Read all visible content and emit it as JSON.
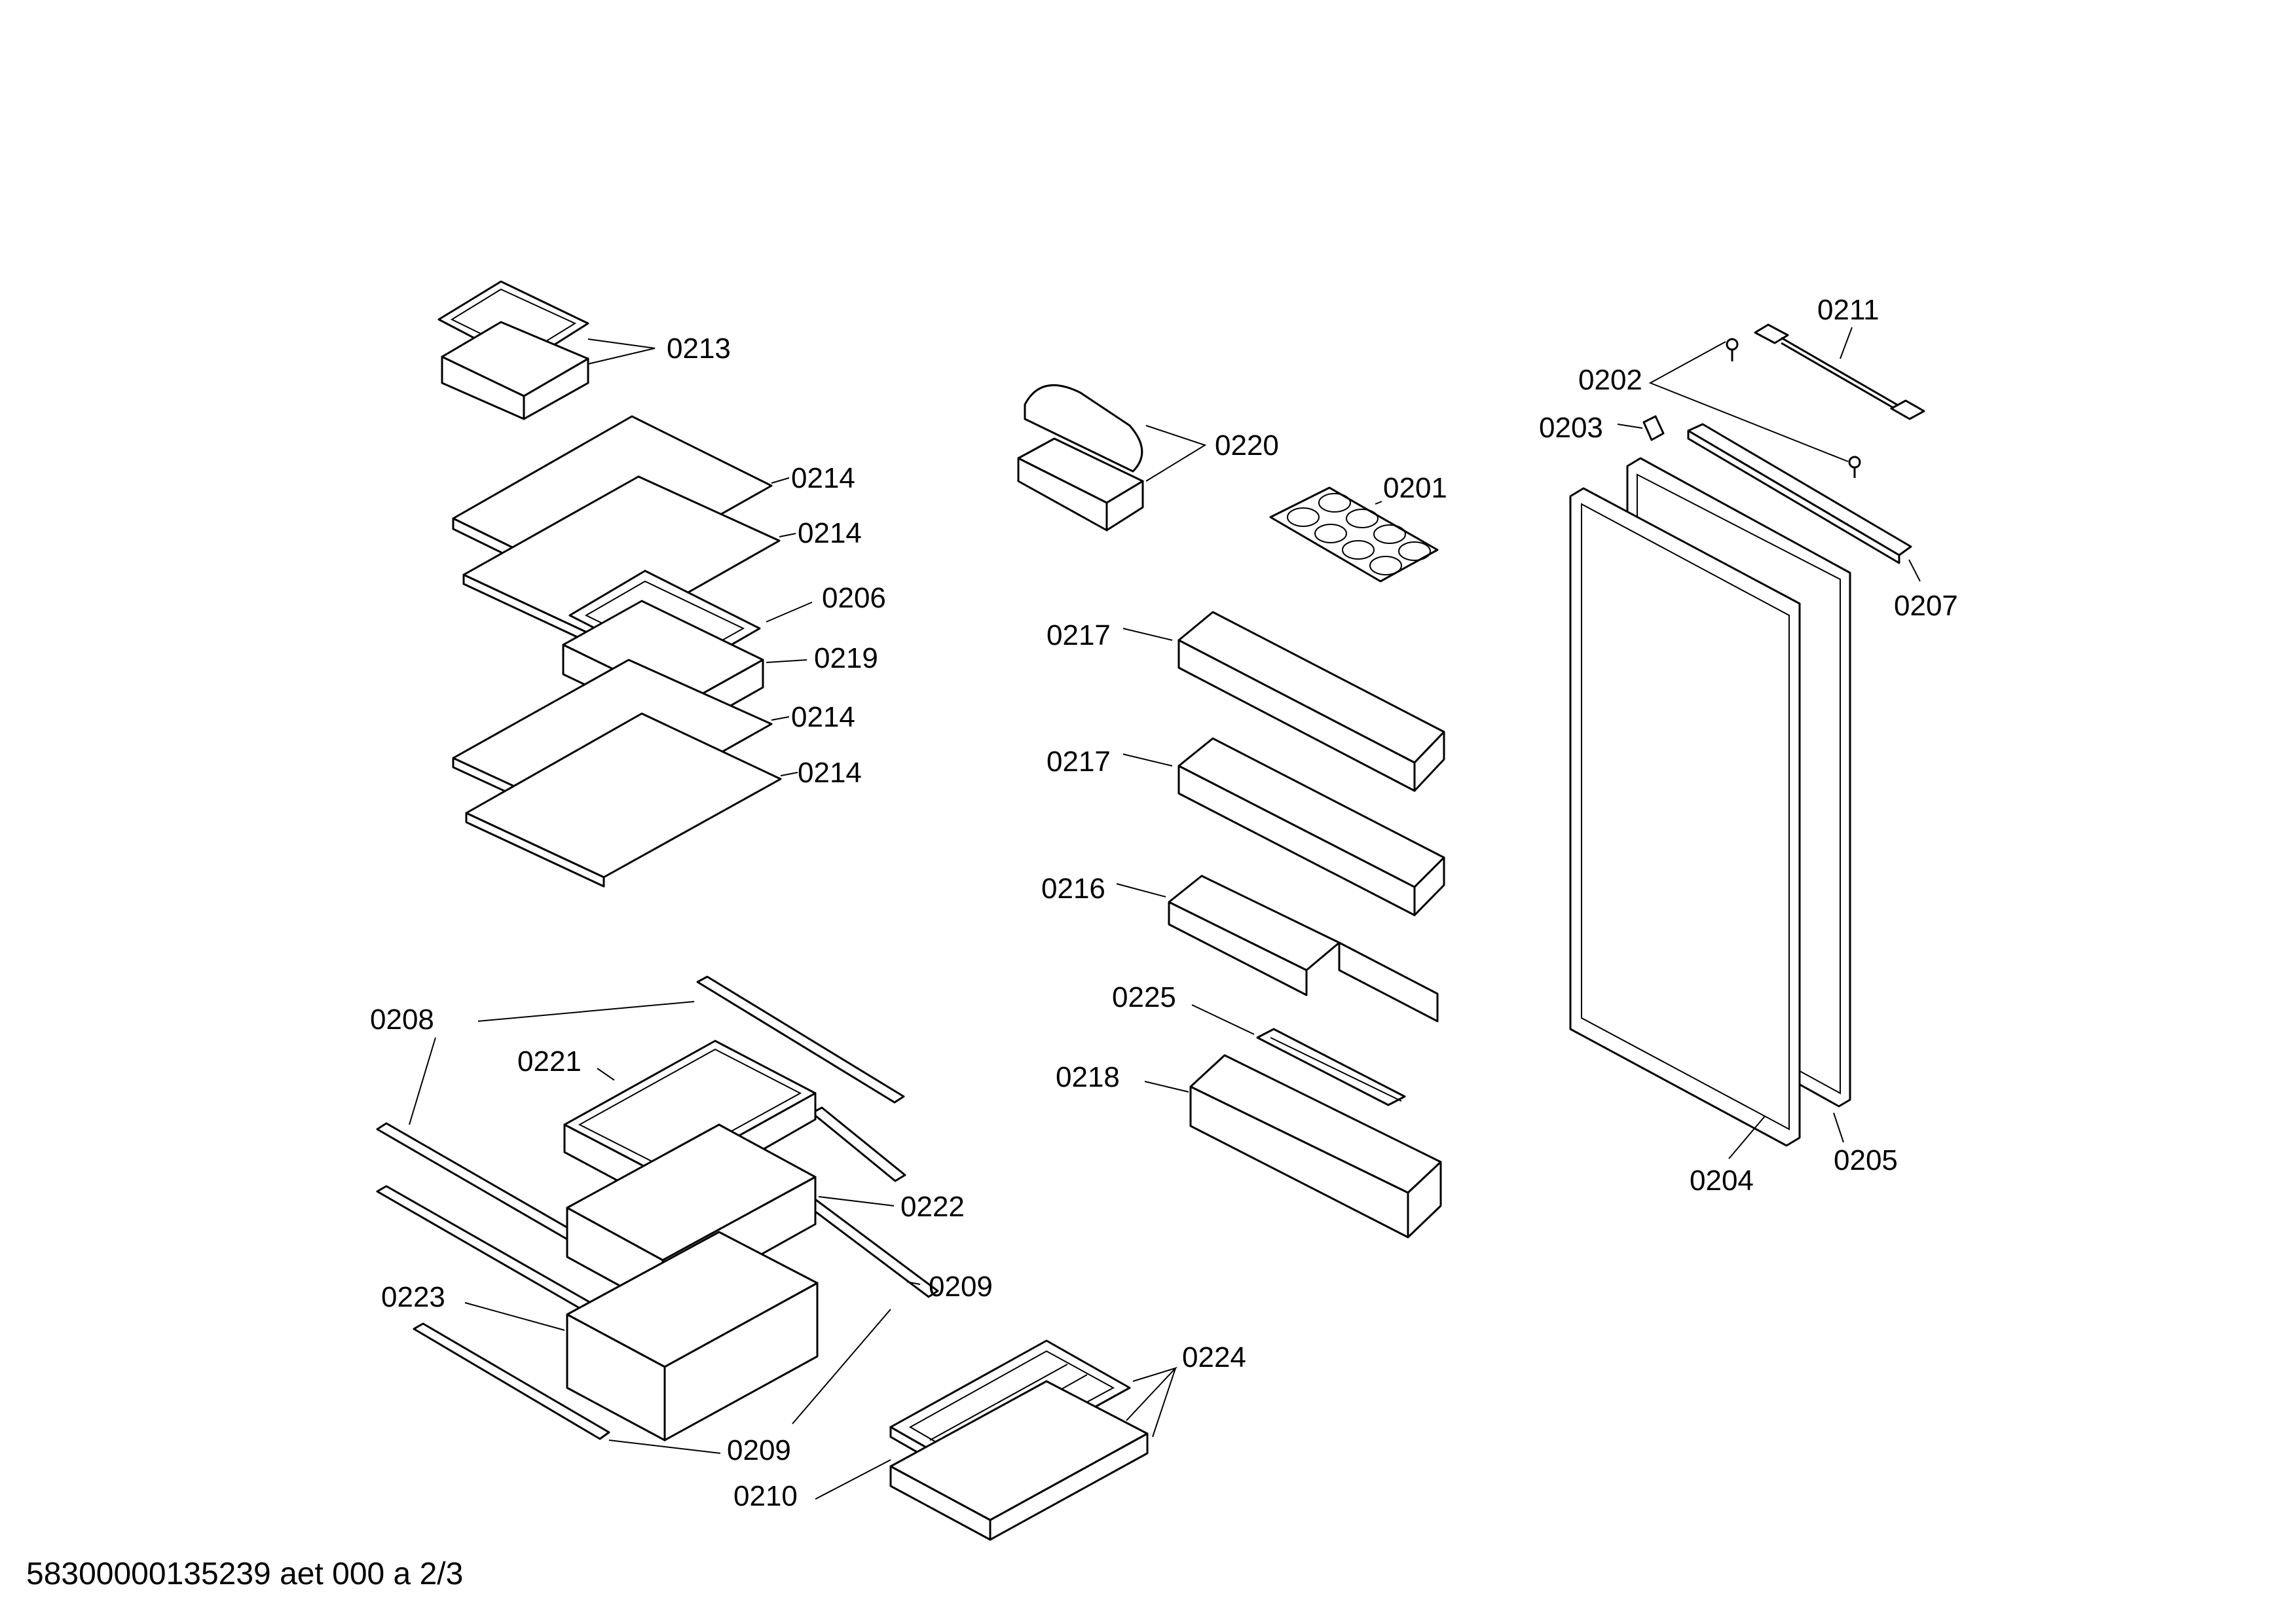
{
  "diagram": {
    "labels": {
      "p0201": "0201",
      "p0202": "0202",
      "p0203": "0203",
      "p0204": "0204",
      "p0205": "0205",
      "p0206": "0206",
      "p0207": "0207",
      "p0208": "0208",
      "p0209a": "0209",
      "p0209b": "0209",
      "p0210": "0210",
      "p0211": "0211",
      "p0213": "0213",
      "p0214a": "0214",
      "p0214b": "0214",
      "p0214c": "0214",
      "p0214d": "0214",
      "p0216": "0216",
      "p0217a": "0217",
      "p0217b": "0217",
      "p0218": "0218",
      "p0219": "0219",
      "p0220": "0220",
      "p0221": "0221",
      "p0222": "0222",
      "p0223": "0223",
      "p0224": "0224",
      "p0225": "0225"
    },
    "footer": "58300000135239 aet 000 a 2/3"
  }
}
